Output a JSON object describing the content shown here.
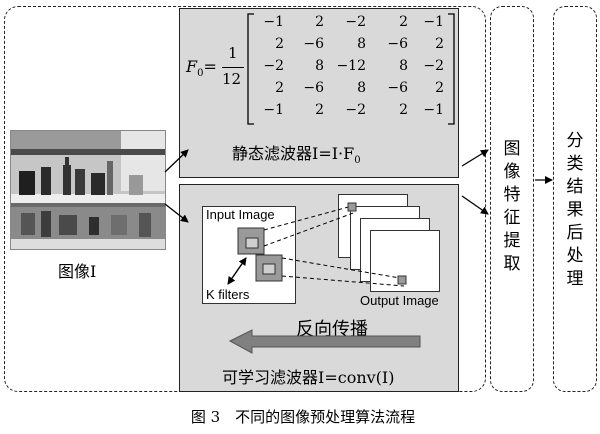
{
  "diagram": {
    "input_label": "图像I",
    "formula": {
      "lhs": "F",
      "lhs_sub": "0",
      "equals": "=",
      "frac_num": "1",
      "frac_den": "12",
      "matrix": [
        [
          "−1",
          "2",
          "−2",
          "2",
          "−1"
        ],
        [
          "2",
          "−6",
          "8",
          "−6",
          "2"
        ],
        [
          "−2",
          "8",
          "−12",
          "8",
          "−2"
        ],
        [
          "2",
          "−6",
          "8",
          "−6",
          "2"
        ],
        [
          "−1",
          "2",
          "−2",
          "2",
          "−1"
        ]
      ]
    },
    "static_filter_label": "静态滤波器I=I·F",
    "static_filter_sub": "0",
    "input_image_label": "Input Image",
    "k_filters_label": "K filters",
    "output_image_label": "Output Image",
    "backprop_label": "反向传播",
    "learnable_filter_label": "可学习滤波器I=conv(I)",
    "feature_extraction_label": "图像特征提取",
    "classification_label": "分类结果后处理",
    "figure_caption": "图 3　不同的图像预处理算法流程"
  }
}
